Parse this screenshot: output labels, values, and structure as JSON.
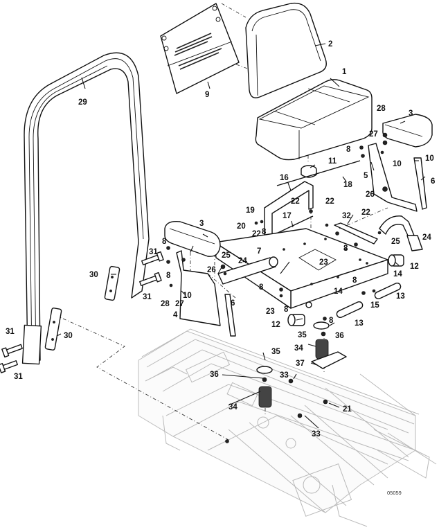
{
  "diagram": {
    "type": "exploded-parts-view",
    "subject": "Seat, seat support, armrests and roll bar assembly",
    "figure_number": "05059",
    "callouts": [
      {
        "id": "c1",
        "label": "1",
        "part": "seat cushion"
      },
      {
        "id": "c2",
        "label": "2",
        "part": "seat back"
      },
      {
        "id": "c3a",
        "label": "3",
        "part": "armrest (right)"
      },
      {
        "id": "c3b",
        "label": "3",
        "part": "armrest (left)"
      },
      {
        "id": "c4",
        "label": "4",
        "part": "armrest bracket (left)"
      },
      {
        "id": "c5",
        "label": "5",
        "part": "armrest bracket (right)"
      },
      {
        "id": "c6a",
        "label": "6",
        "part": "bracket strip (right)"
      },
      {
        "id": "c6b",
        "label": "6",
        "part": "bracket strip (left)"
      },
      {
        "id": "c7",
        "label": "7",
        "part": "seat pan"
      },
      {
        "id": "c8a",
        "label": "8",
        "part": "bolt"
      },
      {
        "id": "c8b",
        "label": "8",
        "part": "bolt"
      },
      {
        "id": "c8c",
        "label": "8",
        "part": "bolt"
      },
      {
        "id": "c8d",
        "label": "8",
        "part": "bolt"
      },
      {
        "id": "c8e",
        "label": "8",
        "part": "bolt"
      },
      {
        "id": "c8f",
        "label": "8",
        "part": "bolt"
      },
      {
        "id": "c8g",
        "label": "8",
        "part": "bolt"
      },
      {
        "id": "c8h",
        "label": "8",
        "part": "bolt"
      },
      {
        "id": "c8i",
        "label": "8",
        "part": "bolt"
      },
      {
        "id": "c9",
        "label": "9",
        "part": "decal plate"
      },
      {
        "id": "c10a",
        "label": "10",
        "part": "nut"
      },
      {
        "id": "c10b",
        "label": "10",
        "part": "nut"
      },
      {
        "id": "c10c",
        "label": "10",
        "part": "nut"
      },
      {
        "id": "c11",
        "label": "11",
        "part": "seat switch"
      },
      {
        "id": "c12a",
        "label": "12",
        "part": "bumper"
      },
      {
        "id": "c12b",
        "label": "12",
        "part": "bumper"
      },
      {
        "id": "c13a",
        "label": "13",
        "part": "pivot pin"
      },
      {
        "id": "c13b",
        "label": "13",
        "part": "pivot pin"
      },
      {
        "id": "c14a",
        "label": "14",
        "part": "hairpin"
      },
      {
        "id": "c14b",
        "label": "14",
        "part": "hairpin"
      },
      {
        "id": "c15",
        "label": "15",
        "part": "clip"
      },
      {
        "id": "c16",
        "label": "16",
        "part": "seat latch bracket"
      },
      {
        "id": "c17",
        "label": "17",
        "part": "latch rod"
      },
      {
        "id": "c18",
        "label": "18",
        "part": "rod"
      },
      {
        "id": "c19",
        "label": "19",
        "part": "spring"
      },
      {
        "id": "c20",
        "label": "20",
        "part": "screw"
      },
      {
        "id": "c21",
        "label": "21",
        "part": "bolt"
      },
      {
        "id": "c22a",
        "label": "22",
        "part": "screw"
      },
      {
        "id": "c22b",
        "label": "22",
        "part": "screw"
      },
      {
        "id": "c22c",
        "label": "22",
        "part": "screw"
      },
      {
        "id": "c22d",
        "label": "22",
        "part": "screw"
      },
      {
        "id": "c23a",
        "label": "23",
        "part": "decal"
      },
      {
        "id": "c23b",
        "label": "23",
        "part": "nut"
      },
      {
        "id": "c24a",
        "label": "24",
        "part": "seat belt"
      },
      {
        "id": "c24b",
        "label": "24",
        "part": "seat belt buckle"
      },
      {
        "id": "c25a",
        "label": "25",
        "part": "bolt"
      },
      {
        "id": "c25b",
        "label": "25",
        "part": "bolt"
      },
      {
        "id": "c26a",
        "label": "26",
        "part": "spacer"
      },
      {
        "id": "c26b",
        "label": "26",
        "part": "spacer"
      },
      {
        "id": "c27a",
        "label": "27",
        "part": "washer"
      },
      {
        "id": "c27b",
        "label": "27",
        "part": "washer"
      },
      {
        "id": "c28a",
        "label": "28",
        "part": "nut"
      },
      {
        "id": "c28b",
        "label": "28",
        "part": "nut"
      },
      {
        "id": "c29",
        "label": "29",
        "part": "roll bar"
      },
      {
        "id": "c30a",
        "label": "30",
        "part": "roll bar plate"
      },
      {
        "id": "c30b",
        "label": "30",
        "part": "roll bar plate"
      },
      {
        "id": "c31a",
        "label": "31",
        "part": "bolt"
      },
      {
        "id": "c31b",
        "label": "31",
        "part": "bolt"
      },
      {
        "id": "c31c",
        "label": "31",
        "part": "bolt"
      },
      {
        "id": "c31d",
        "label": "31",
        "part": "bolt"
      },
      {
        "id": "c32",
        "label": "32",
        "part": "support bar"
      },
      {
        "id": "c33a",
        "label": "33",
        "part": "nut"
      },
      {
        "id": "c33b",
        "label": "33",
        "part": "nut"
      },
      {
        "id": "c34a",
        "label": "34",
        "part": "spring"
      },
      {
        "id": "c34b",
        "label": "34",
        "part": "spring"
      },
      {
        "id": "c35a",
        "label": "35",
        "part": "spring cup"
      },
      {
        "id": "c35b",
        "label": "35",
        "part": "spring cup"
      },
      {
        "id": "c36a",
        "label": "36",
        "part": "bolt"
      },
      {
        "id": "c36b",
        "label": "36",
        "part": "bolt"
      },
      {
        "id": "c37",
        "label": "37",
        "part": "spring bracket"
      }
    ]
  }
}
